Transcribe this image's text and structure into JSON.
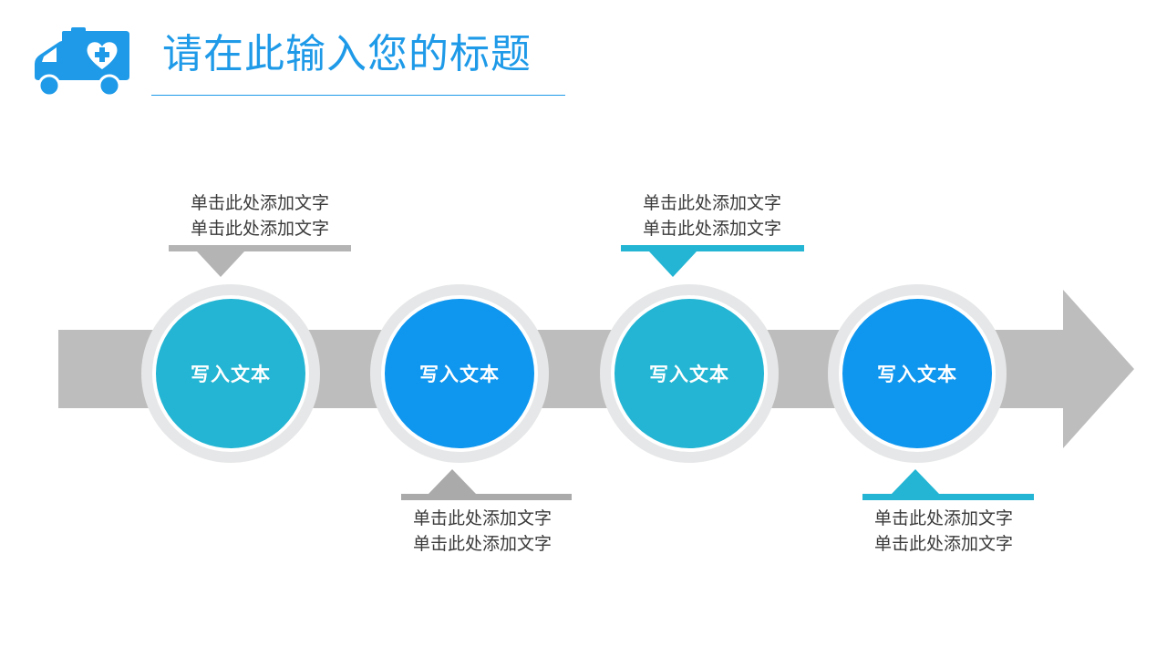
{
  "title": "请在此输入您的标题",
  "colors": {
    "accent": "#1e9ae8",
    "teal": "#23b5d3",
    "blue": "#0f96ee",
    "gray_bar": "#bdbdbd",
    "gray_callout": "#b4b4b4",
    "ring": "#e6e7e8"
  },
  "logo_icon": "ambulance-heart-icon",
  "steps": [
    {
      "label": "写入文本",
      "color": "teal"
    },
    {
      "label": "写入文本",
      "color": "blue"
    },
    {
      "label": "写入文本",
      "color": "teal"
    },
    {
      "label": "写入文本",
      "color": "blue"
    }
  ],
  "callouts": [
    {
      "line1": "单击此处添加文字",
      "line2": "单击此处添加文字",
      "position": "above",
      "color": "gray"
    },
    {
      "line1": "单击此处添加文字",
      "line2": "单击此处添加文字",
      "position": "below",
      "color": "gray"
    },
    {
      "line1": "单击此处添加文字",
      "line2": "单击此处添加文字",
      "position": "above",
      "color": "teal"
    },
    {
      "line1": "单击此处添加文字",
      "line2": "单击此处添加文字",
      "position": "below",
      "color": "teal"
    }
  ]
}
